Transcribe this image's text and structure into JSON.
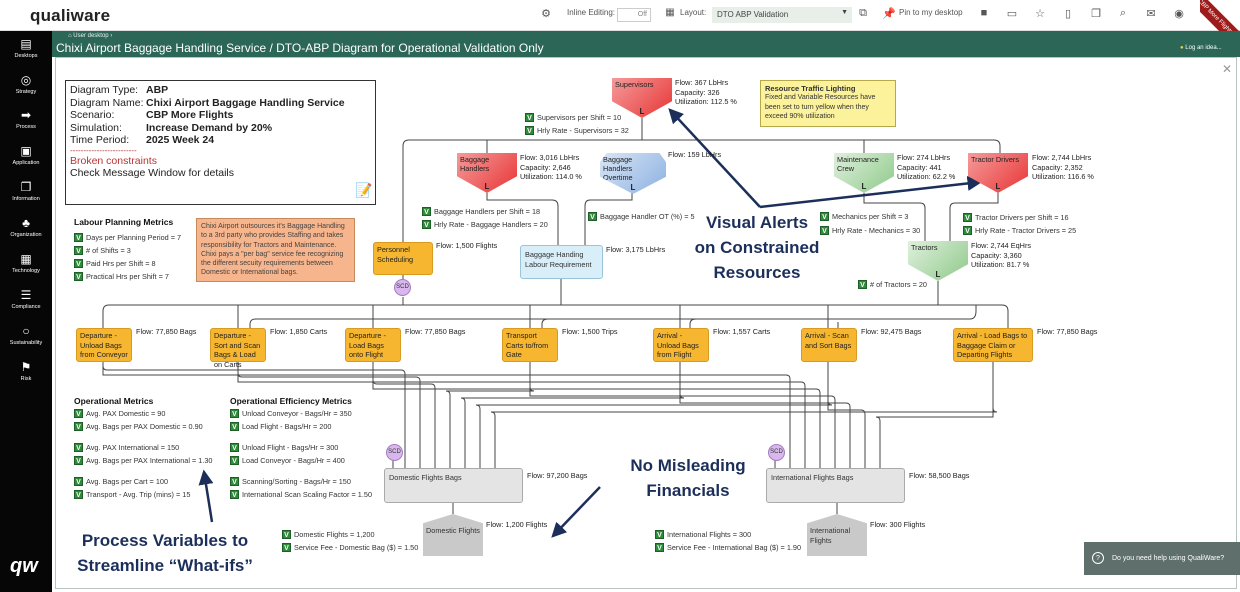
{
  "app": {
    "logo": "qualiware",
    "inline_editing_label": "Inline Editing:",
    "inline_editing_value": "Off",
    "layout_label": "Layout:",
    "layout_value": "DTO ABP Validation",
    "pin_label": "Pin to my desktop",
    "ribbon": "CBP More Flights"
  },
  "header": {
    "breadcrumb": "User desktop ›",
    "title": "Chixi Airport Baggage Handling Service / DTO-ABP Diagram for Operational Validation Only",
    "log_idea": "Log an idea..."
  },
  "sidebar": {
    "items": [
      {
        "label": "Desktops",
        "icon": "▤"
      },
      {
        "label": "Strategy",
        "icon": "◎"
      },
      {
        "label": "Process",
        "icon": "➡"
      },
      {
        "label": "Application",
        "icon": "▣"
      },
      {
        "label": "Information",
        "icon": "❐"
      },
      {
        "label": "Organization",
        "icon": "♣"
      },
      {
        "label": "Technology",
        "icon": "▦"
      },
      {
        "label": "Compliance",
        "icon": "☰"
      },
      {
        "label": "Sustainability",
        "icon": "○"
      },
      {
        "label": "Risk",
        "icon": "⚑"
      }
    ],
    "bottom_logo": "qw"
  },
  "info": {
    "rows": [
      {
        "k": "Diagram Type:",
        "v": "ABP"
      },
      {
        "k": "Diagram Name:",
        "v": "Chixi Airport Baggage Handling Service"
      },
      {
        "k": "Scenario:",
        "v": "CBP More Flights"
      },
      {
        "k": "Simulation:",
        "v": "Increase Demand by 20%"
      },
      {
        "k": "Time Period:",
        "v": "2025 Week 24"
      }
    ],
    "broken": "Broken constraints",
    "check": "Check Message Window for details"
  },
  "labour": {
    "title": "Labour Planning Metrics",
    "items": [
      "Days per Planning Period = 7",
      "# of Shifts = 3",
      "Paid Hrs per Shift = 8",
      "Practical Hrs per Shift = 7"
    ]
  },
  "notes": {
    "orange": "Chixi Airport outsources it's Baggage Handling to a 3rd party who provides Staffing and takes responsibility for Tractors and Maintenance. Chixi pays a \"per bag\" service fee recognizing the different secuity requirements between Domestic or International bags.",
    "yellow_title": "Resource Traffic Lighting",
    "yellow_text": "Fixed and Variable Resources have been set to turn yellow when they exceed 90% utilization"
  },
  "resources": {
    "supervisors": {
      "name": "Supervisors",
      "flow": "Flow: 367 LbHrs",
      "capacity": "Capacity: 326",
      "util": "Utilization: 112.5 %",
      "status_color": "#e83535",
      "vars": [
        "Supervisors per Shift = 10",
        "Hrly Rate - Supervisors = 32"
      ]
    },
    "handlers": {
      "name": "Baggage Handlers",
      "flow": "Flow: 3,016 LbHrs",
      "capacity": "Capacity: 2,646",
      "util": "Utilization: 114.0 %",
      "status_color": "#e83535",
      "vars": [
        "Baggage Handlers per Shift = 18",
        "Hrly Rate - Baggage Handlers = 20"
      ]
    },
    "overtime": {
      "name": "Baggage Handlers Overtime",
      "flow": "Flow: 159 LbHrs",
      "vars": [
        "Baggage Handler OT (%) = 5"
      ]
    },
    "maintenance": {
      "name": "Maintenance Crew",
      "flow": "Flow: 274 LbHrs",
      "capacity": "Capacity: 441",
      "util": "Utilization: 62.2 %",
      "status_color": "#8fc98a",
      "vars": [
        "Mechanics per Shift = 3",
        "Hrly Rate - Mechanics = 30"
      ]
    },
    "drivers": {
      "name": "Tractor Drivers",
      "flow": "Flow: 2,744 LbHrs",
      "capacity": "Capacity: 2,352",
      "util": "Utilization: 116.6 %",
      "status_color": "#e83535",
      "vars": [
        "Tractor Drivers per Shift = 16",
        "Hrly Rate - Tractor Drivers = 25"
      ]
    },
    "tractors": {
      "name": "Tractors",
      "flow": "Flow: 2,744 EqHrs",
      "capacity": "Capacity: 3,360",
      "util": "Utilization: 81.7 %",
      "status_color": "#8fc98a",
      "vars": [
        "# of Tractors = 20"
      ]
    },
    "letter": "L"
  },
  "personnel": {
    "name": "Personnel Scheduling",
    "flow": "Flow: 1,500 Flights",
    "scd": "SCD"
  },
  "labour_req": {
    "name": "Baggage Handing Labour Requirement",
    "flow": "Flow: 3,175 LbHrs"
  },
  "processes": [
    {
      "name": "Departure - Unload Bags from Conveyor",
      "flow": "Flow: 77,850 Bags"
    },
    {
      "name": "Departure - Sort and Scan Bags & Load on Carts",
      "flow": "Flow: 1,850 Carts"
    },
    {
      "name": "Departure - Load Bags onto Flight",
      "flow": "Flow: 77,850 Bags"
    },
    {
      "name": "Transport Carts to/from Gate",
      "flow": "Flow: 1,500 Trips"
    },
    {
      "name": "Arrival - Unload Bags from Flight",
      "flow": "Flow: 1,557 Carts"
    },
    {
      "name": "Arrival - Scan and Sort Bags",
      "flow": "Flow: 92,475 Bags"
    },
    {
      "name": "Arrival - Load Bags to Baggage Claim or Departing Flights",
      "flow": "Flow: 77,850 Bags"
    }
  ],
  "ops": {
    "title": "Operational Metrics",
    "items": [
      "Avg. PAX Domestic = 90",
      "Avg. Bags per PAX Domestic = 0.90",
      "Avg. PAX International = 150",
      "Avg. Bags per PAX International = 1.30",
      "Avg. Bags per Cart = 100",
      "Transport - Avg. Trip (mins) = 15"
    ]
  },
  "eff": {
    "title": "Operational Efficiency Metrics",
    "items": [
      "Unload Conveyor - Bags/Hr = 350",
      "Load Flight - Bags/Hr = 200",
      "Unload Flight - Bags/Hr = 300",
      "Load Conveyor - Bags/Hr = 400",
      "Scanning/Sorting - Bags/Hr = 150",
      "International Scan Scaling Factor = 1.50"
    ]
  },
  "domestic": {
    "scd": "SCD",
    "bags": "Domestic Flights Bags",
    "bags_flow": "Flow: 97,200 Bags",
    "flights": "Domestic Flights",
    "flights_flow": "Flow: 1,200 Flights",
    "vars": [
      "Domestic Flights = 1,200",
      "Service Fee - Domestic Bag ($) = 1.50"
    ]
  },
  "international": {
    "scd": "SCD",
    "bags": "International Flights Bags",
    "bags_flow": "Flow: 58,500 Bags",
    "flights": "International Flights",
    "flights_flow": "Flow: 300 Flights",
    "vars": [
      "International Flights = 300",
      "Service Fee - International Bag ($) = 1.90"
    ]
  },
  "callouts": {
    "alerts": [
      "Visual Alerts",
      "on Constrained",
      "Resources"
    ],
    "financials": [
      "No Misleading",
      "Financials"
    ],
    "variables": [
      "Process Variables to",
      "Streamline “What-ifs”"
    ]
  },
  "help": "Do you need help using QualiWare?",
  "v_badge": "V",
  "colors": {
    "header": "#2b6656",
    "process": "#f6b630",
    "alert_red": "#e83535",
    "ok_green": "#8fc98a",
    "callout": "#1c2f5a"
  }
}
